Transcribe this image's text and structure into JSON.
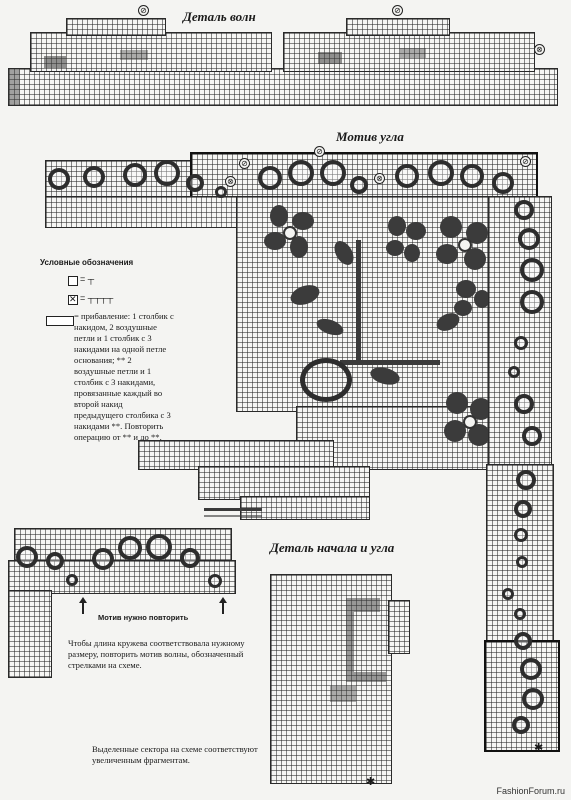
{
  "titles": {
    "waves": "Деталь волн",
    "corner_motif": "Мотив угла",
    "start_corner": "Деталь начала и угла"
  },
  "legend": {
    "title": "Условные обозначения",
    "description": "= прибавление: 1 столбик с накидом, 2 воздушные петли и 1 столбик с 3 накидами на одной петле основания; ** 2 воздушные петли и 1 столбик с 3 накидами, провязанные каждый во второй накид предыдущего столбика с 3 накидами **. Повторить операцию от ** и до **."
  },
  "repeat_label": "Мотив нужно повторить",
  "notes": {
    "wave_length": "Чтобы длина кружева соответствовала нужному размеру, повторить мотив волны, обозначенный стрелками на схеме.",
    "highlighted": "Выделенные сектора на схеме соответствуют увеличенным фрагментам."
  },
  "watermark": "FashionForum.ru",
  "marker_symbol": "⊘",
  "cross_symbol": "⊗",
  "star_symbol": "✱",
  "colors": {
    "ink": "#2d2d2d",
    "paper": "#f4f4f2"
  }
}
